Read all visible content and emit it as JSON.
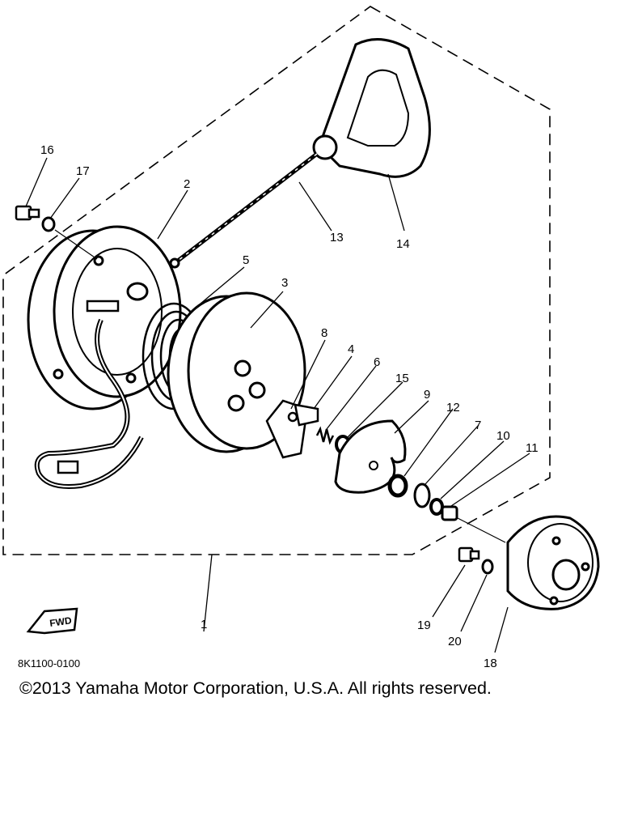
{
  "diagram": {
    "part_code": "8K1100-0100",
    "fwd_label": "FWD",
    "callouts": [
      "16",
      "17",
      "2",
      "5",
      "3",
      "13",
      "14",
      "8",
      "4",
      "6",
      "15",
      "9",
      "12",
      "7",
      "10",
      "11",
      "1",
      "19",
      "20",
      "18"
    ]
  },
  "footer": {
    "copyright": "©2013 Yamaha Motor Corporation, U.S.A. All rights reserved."
  }
}
